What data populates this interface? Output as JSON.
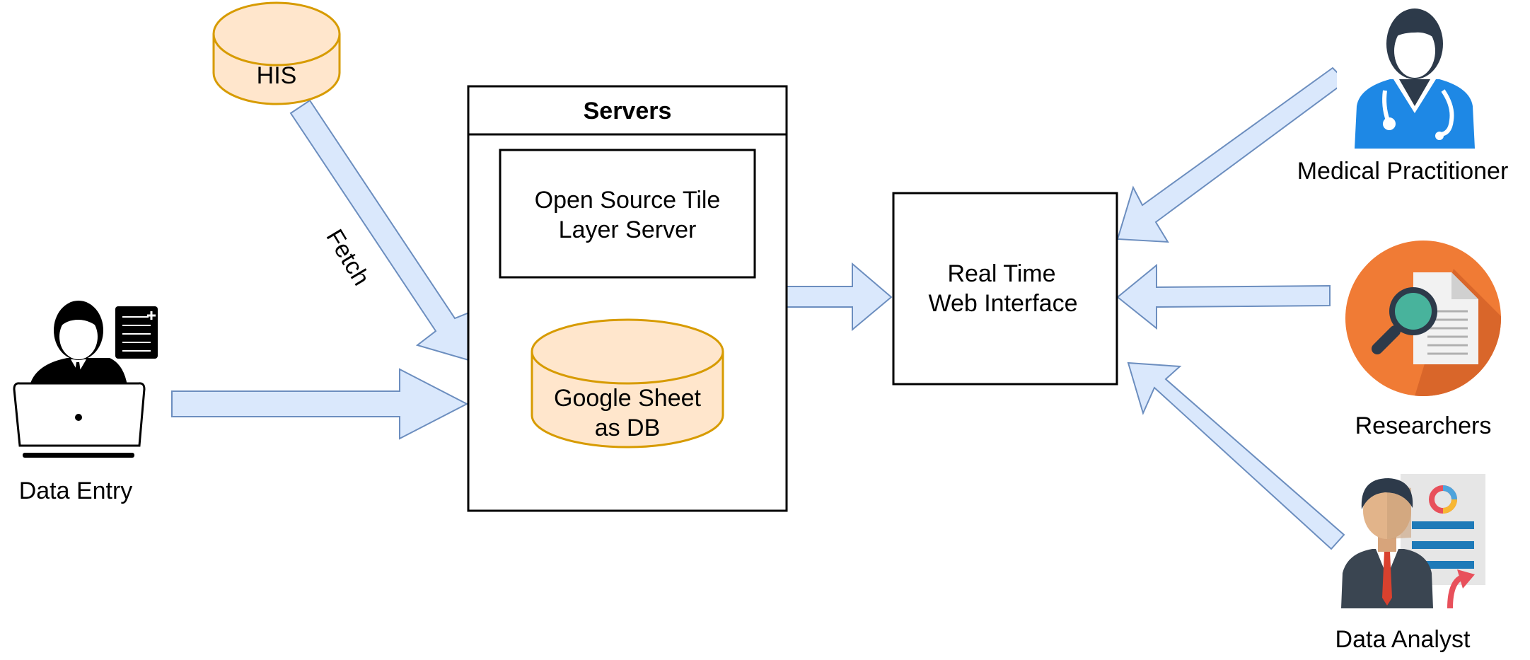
{
  "nodes": {
    "his": "HIS",
    "servers_title": "Servers",
    "tile_server_line1": "Open Source Tile",
    "tile_server_line2": "Layer Server",
    "google_sheet_line1": "Google Sheet",
    "google_sheet_line2": "as DB",
    "web_interface_line1": "Real Time",
    "web_interface_line2": "Web Interface"
  },
  "edges": {
    "his_to_servers": "Fetch"
  },
  "actors": {
    "data_entry": "Data Entry",
    "medical_practitioner": "Medical Practitioner",
    "researchers": "Researchers",
    "data_analyst": "Data Analyst"
  },
  "colors": {
    "arrow_fill": "#dae8fc",
    "arrow_stroke": "#6c8ebf",
    "cylinder_fill": "#ffe6cc",
    "cylinder_stroke": "#d79b00",
    "doctor_blue": "#1e88e5",
    "researcher_orange": "#f07b35",
    "dark_navy": "#2d3a4a"
  },
  "icons": {
    "data_entry": "person-laptop-icon",
    "medical_practitioner": "doctor-icon",
    "researchers": "magnifier-document-icon",
    "data_analyst": "businessman-report-icon"
  }
}
